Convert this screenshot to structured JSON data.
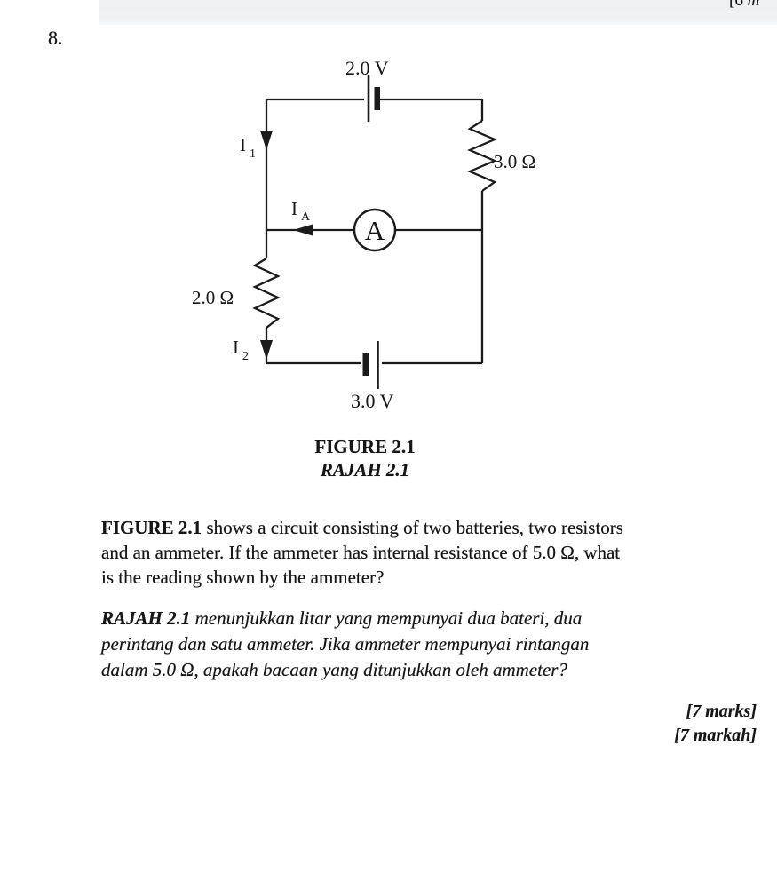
{
  "page": {
    "question_number": "8.",
    "top_right_fragment_bracket": "[6 ",
    "top_right_fragment_italic": "m",
    "band_color": "#eff0f2",
    "ink_color": "#161616"
  },
  "circuit": {
    "top_battery_voltage": "2.0 V",
    "bottom_battery_voltage": "3.0 V",
    "right_resistor_value": "3.0 Ω",
    "left_resistor_value": "2.0 Ω",
    "ammeter_letter": "A",
    "ammeter_internal_resistance": "5.0 Ω",
    "currents": {
      "i1_base": "I",
      "i1_sub": "1",
      "ia_base": "I",
      "ia_sub": "A",
      "i2_base": "I",
      "i2_sub": "2"
    }
  },
  "caption": {
    "figure_en": "FIGURE 2.1",
    "figure_ms": "RAJAH 2.1"
  },
  "question": {
    "en_bold": "FIGURE 2.1",
    "en_line1_rest": " shows a circuit consisting of two batteries, two resistors",
    "en_line2": "and an ammeter. If the ammeter has internal resistance of 5.0 Ω, what",
    "en_line3": "is the reading shown by the ammeter?",
    "ms_bold": "RAJAH 2.1",
    "ms_line1_rest": " menunjukkan litar yang mempunyai dua bateri, dua",
    "ms_line2": "perintang dan satu ammeter. Jika ammeter mempunyai rintangan",
    "ms_line3": "dalam 5.0 Ω, apakah bacaan yang ditunjukkan oleh ammeter?",
    "marks_en": "[7 marks]",
    "marks_ms": "[7 markah]"
  }
}
